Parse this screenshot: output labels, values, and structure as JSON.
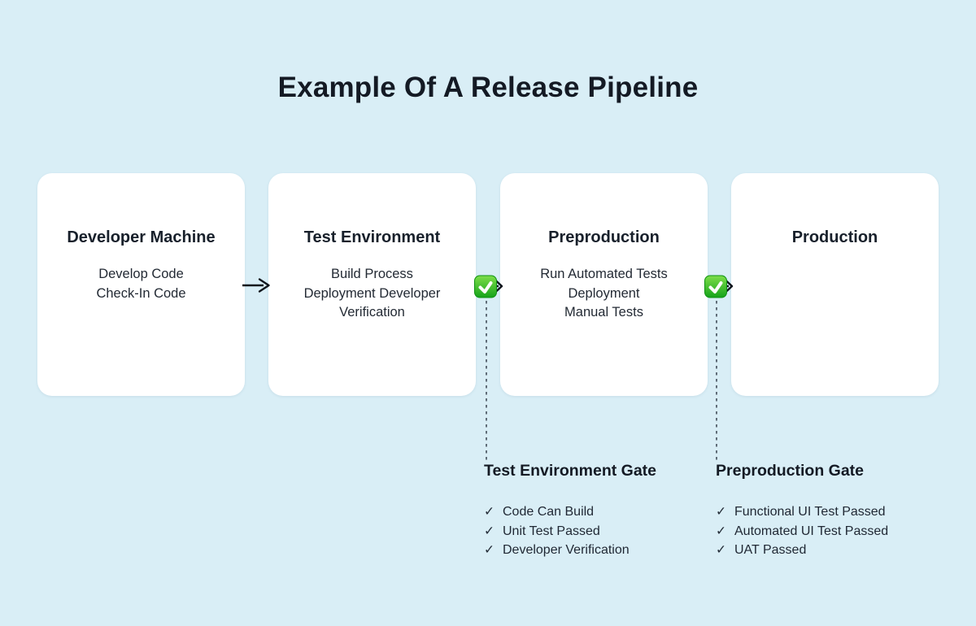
{
  "title": "Example Of A Release Pipeline",
  "colors": {
    "background": "#d9eef6",
    "card": "#ffffff",
    "text": "#18202b",
    "gate_green_top": "#7ede4a",
    "gate_green_bottom": "#15a31a",
    "arrow": "#10151c"
  },
  "icons": {
    "check": "✓",
    "gate_check": "green-check-square"
  },
  "stages": [
    {
      "title": "Developer Machine",
      "lines": [
        "Develop Code",
        "Check-In Code"
      ]
    },
    {
      "title": "Test Environment",
      "lines": [
        "Build Process",
        "Deployment Developer",
        "Verification"
      ]
    },
    {
      "title": "Preproduction",
      "lines": [
        "Run Automated Tests",
        "Deployment",
        "Manual Tests"
      ]
    },
    {
      "title": "Production",
      "lines": []
    }
  ],
  "gates": [
    {
      "title": "Test Environment Gate",
      "items": [
        "Code Can Build",
        "Unit Test Passed",
        "Developer Verification"
      ]
    },
    {
      "title": "Preproduction Gate",
      "items": [
        "Functional UI Test Passed",
        "Automated UI Test Passed",
        "UAT Passed"
      ]
    }
  ]
}
